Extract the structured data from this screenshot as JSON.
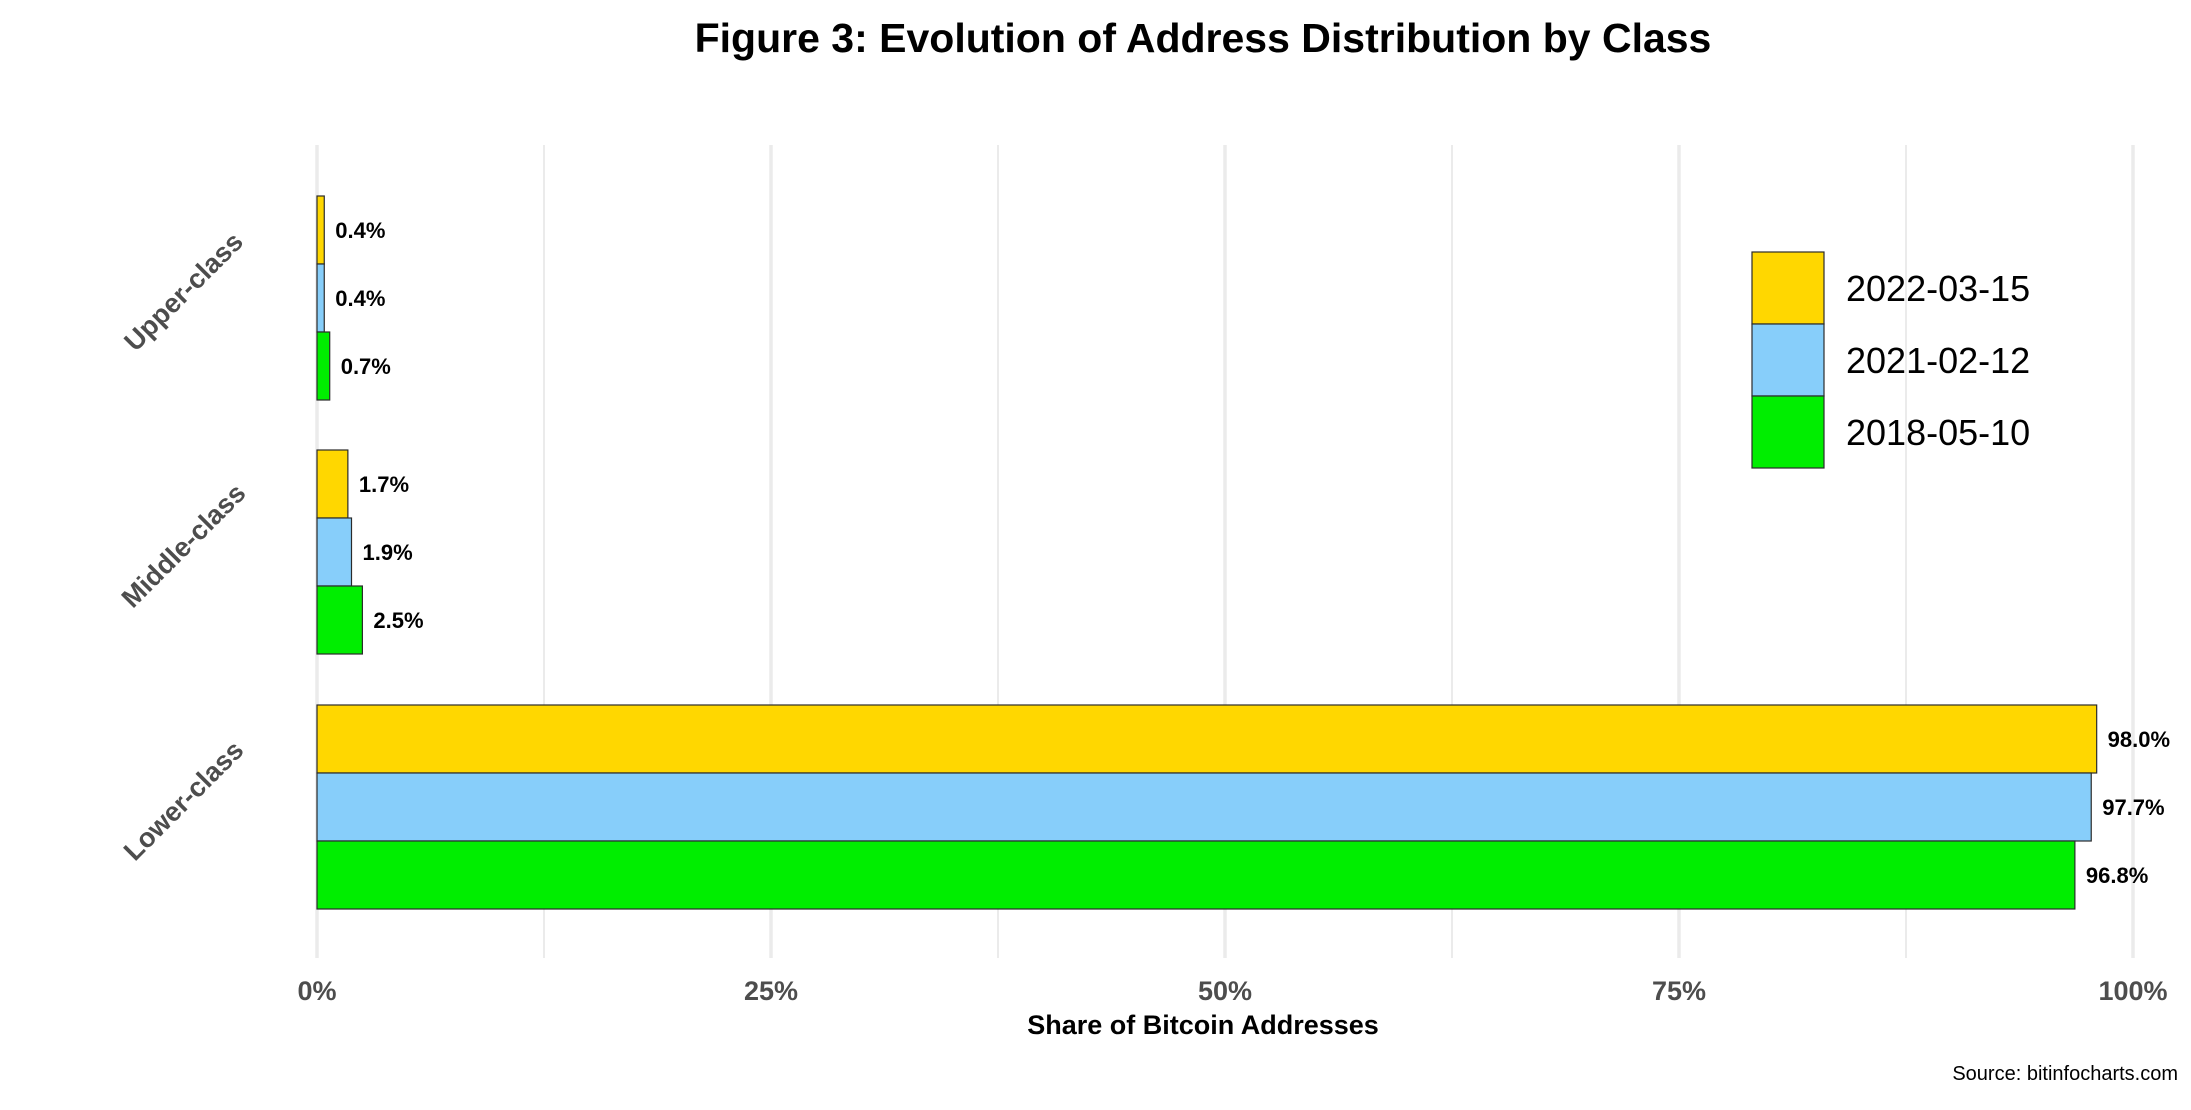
{
  "chart_data": {
    "type": "bar",
    "orientation": "horizontal",
    "title": "Figure 3: Evolution of Address Distribution by Class",
    "xlabel": "Share of Bitcoin Addresses",
    "ylabel": "",
    "caption": "Source: bitinfocharts.com",
    "categories": [
      "Upper-class",
      "Middle-class",
      "Lower-class"
    ],
    "xlim": [
      0,
      100
    ],
    "x_ticks": [
      0,
      25,
      50,
      75,
      100
    ],
    "x_tick_labels": [
      "0%",
      "25%",
      "50%",
      "75%",
      "100%"
    ],
    "grid": true,
    "legend_position": "right",
    "series": [
      {
        "name": "2022-03-15",
        "color": "#FFD700",
        "values": [
          0.4,
          1.7,
          98.0
        ],
        "labels": [
          "0.4%",
          "1.7%",
          "98.0%"
        ]
      },
      {
        "name": "2021-02-12",
        "color": "#87CEFA",
        "values": [
          0.4,
          1.9,
          97.7
        ],
        "labels": [
          "0.4%",
          "1.9%",
          "97.7%"
        ]
      },
      {
        "name": "2018-05-10",
        "color": "#00EE00",
        "values": [
          0.7,
          2.5,
          96.8
        ],
        "labels": [
          "0.7%",
          "2.5%",
          "96.8%"
        ]
      }
    ]
  }
}
